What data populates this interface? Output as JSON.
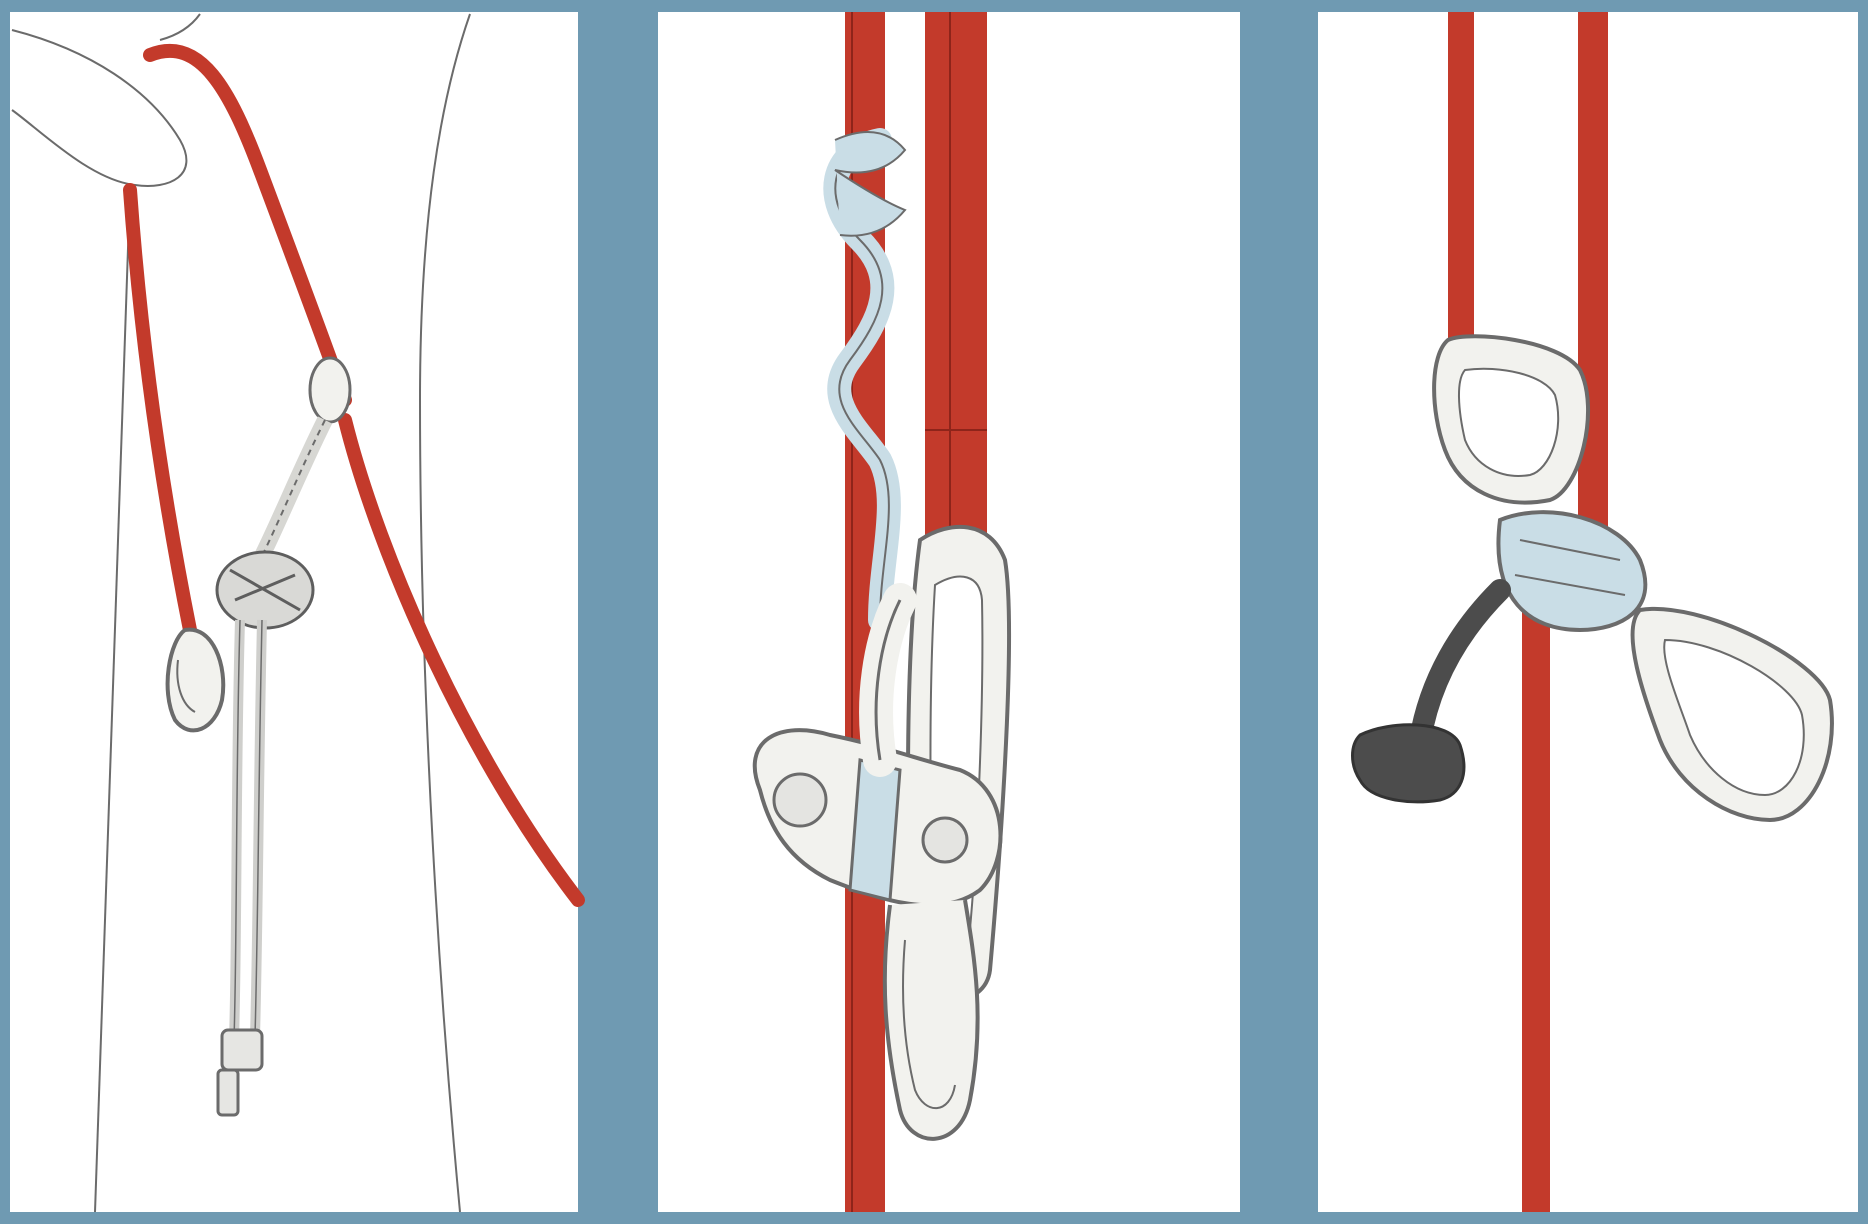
{
  "illustration": {
    "panels": [
      {
        "name": "panel-harness-setup"
      },
      {
        "name": "panel-descender-device"
      },
      {
        "name": "panel-rope-clamp"
      }
    ]
  },
  "colors": {
    "frame": "#6f9ab2",
    "rope": "#c33a2b",
    "metal": "#f2f2ee",
    "metal_outline": "#6b6b6b",
    "light_blue": "#c9dde6",
    "handle": "#4c4c4c",
    "background": "#ffffff"
  },
  "icons": [
    "rope-icon",
    "carabiner-icon",
    "descender-icon",
    "rope-clamp-icon",
    "foot-loop-icon"
  ]
}
